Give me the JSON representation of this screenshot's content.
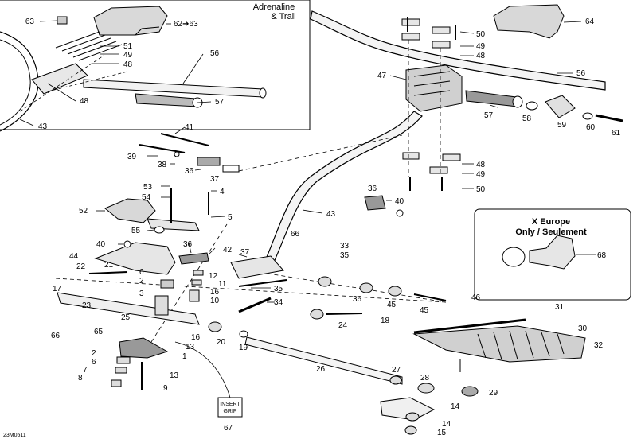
{
  "inset_top": {
    "title_line1": "Adrenaline",
    "title_line2": "& Trail"
  },
  "inset_europe": {
    "title_line1": "X Europe",
    "title_line2": "Only / Seulement"
  },
  "drawing_code": "23M0511",
  "decal_text_line1": "INSERT",
  "decal_text_line2": "GRIP",
  "callouts": {
    "c63": "63",
    "c62_63": "62➔63",
    "c51": "51",
    "c49_inset": "49",
    "c48_inset_a": "48",
    "c56_inset": "56",
    "c48_inset_b": "48",
    "c57_inset": "57",
    "c43_inset": "43",
    "c41": "41",
    "c39": "39",
    "c38": "38",
    "c36_a": "36",
    "c37_a": "37",
    "c53": "53",
    "c54": "54",
    "c52": "52",
    "c55": "55",
    "c4": "4",
    "c5": "5",
    "c50_top": "50",
    "c49_top": "49",
    "c48_top": "48",
    "c47": "47",
    "c64": "64",
    "c56_main": "56",
    "c57_main": "57",
    "c58": "58",
    "c59": "59",
    "c60": "60",
    "c61": "61",
    "c48_mid": "48",
    "c49_mid": "49",
    "c50_mid": "50",
    "c36_b": "36",
    "c40_a": "40",
    "c43_main": "43",
    "c66_a": "66",
    "c33": "33",
    "c35_a": "35",
    "c68": "68",
    "c44": "44",
    "c40_b": "40",
    "c36_c": "36",
    "c42": "42",
    "c37_b": "37",
    "c22": "22",
    "c21": "21",
    "c6_a": "6",
    "c2_a": "2",
    "c17": "17",
    "c23": "23",
    "c3": "3",
    "c12": "12",
    "c11": "11",
    "c16_a": "16",
    "c10": "10",
    "c35_b": "35",
    "c34": "34",
    "c36_d": "36",
    "c45_a": "45",
    "c45_b": "45",
    "c46": "46",
    "c25": "25",
    "c24": "24",
    "c18": "18",
    "c31": "31",
    "c30": "30",
    "c32": "32",
    "c66_b": "66",
    "c65": "65",
    "c16_b": "16",
    "c20": "20",
    "c19": "19",
    "c13_a": "13",
    "c2_b": "2",
    "c1": "1",
    "c6_b": "6",
    "c7": "7",
    "c13_b": "13",
    "c8": "8",
    "c9": "9",
    "c26": "26",
    "c27": "27",
    "c28": "28",
    "c29": "29",
    "c14_a": "14",
    "c14_b": "14",
    "c15": "15",
    "c67": "67"
  }
}
